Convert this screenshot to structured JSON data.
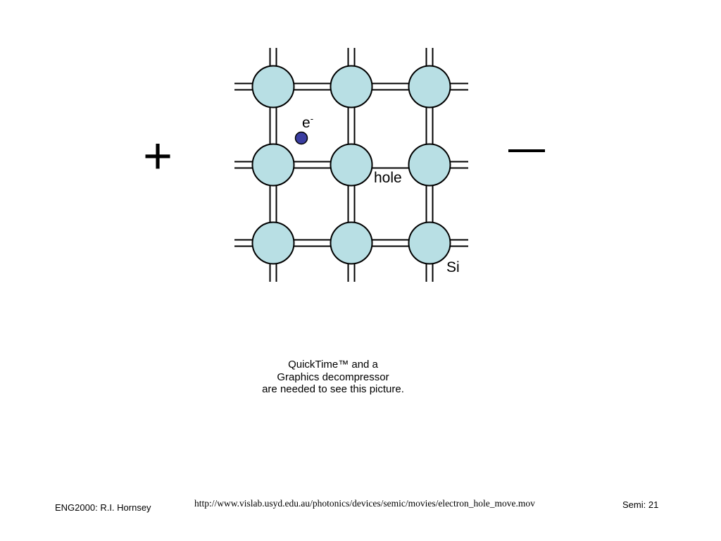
{
  "diagram": {
    "plus_sign": "+",
    "electron_label": "e",
    "electron_superscript": "-",
    "hole_label": "hole",
    "atom_label": "Si",
    "colors": {
      "atom_fill": "#b8dfe4",
      "atom_stroke": "#000000",
      "electron_fill": "#3a3da0",
      "bond_stroke": "#000000"
    },
    "atom_rows": 3,
    "atom_cols": 3,
    "missing_bond": "between center atom and right-middle atom"
  },
  "media_placeholder": {
    "lines": [
      "QuickTime™ and a",
      "Graphics decompressor",
      "are needed to see this picture."
    ]
  },
  "footer": {
    "left": "ENG2000: R.I. Hornsey",
    "url": "http://www.vislab.usyd.edu.au/photonics/devices/semic/movies/electron_hole_move.mov",
    "right": "Semi: 21"
  }
}
